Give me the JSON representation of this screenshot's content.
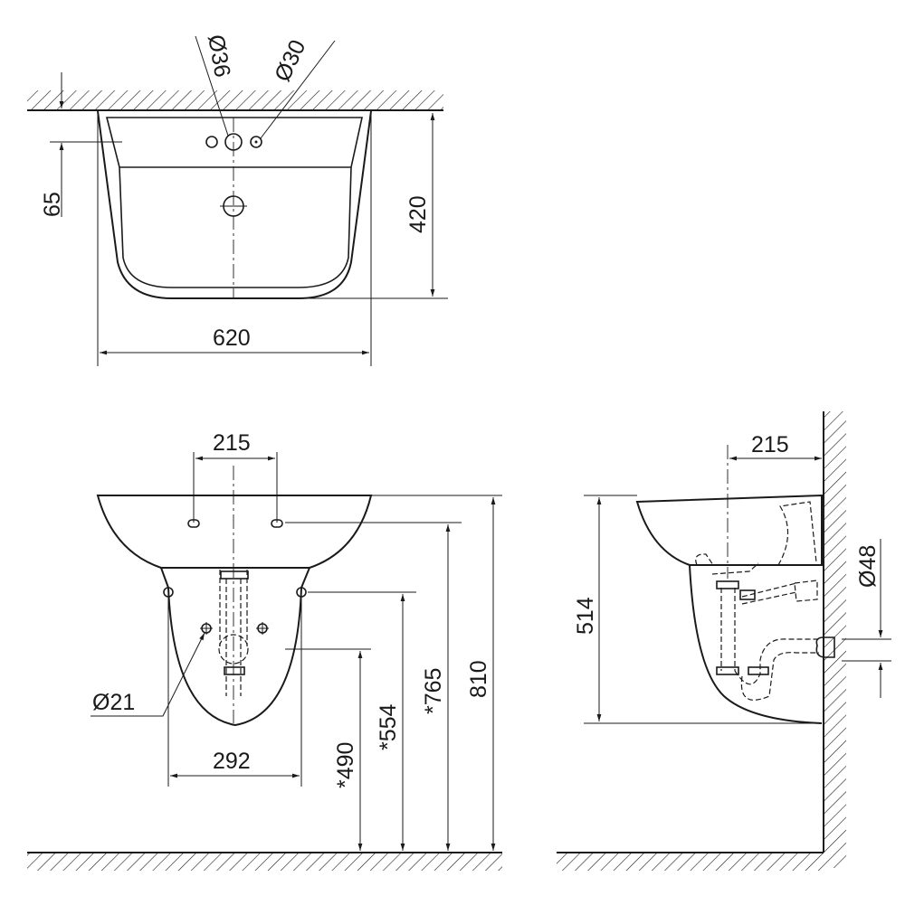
{
  "labels": {
    "top_dia_36": "Ø36",
    "top_dia_30": "Ø30",
    "top_65": "65",
    "top_420": "420",
    "top_620": "620",
    "front_215": "215",
    "front_dia_21": "Ø21",
    "front_292": "292",
    "front_490": "*490",
    "front_554": "*554",
    "front_765": "*765",
    "front_810": "810",
    "side_215": "215",
    "side_514": "514",
    "side_dia_48": "Ø48"
  },
  "line_color": "#1a1a1a"
}
